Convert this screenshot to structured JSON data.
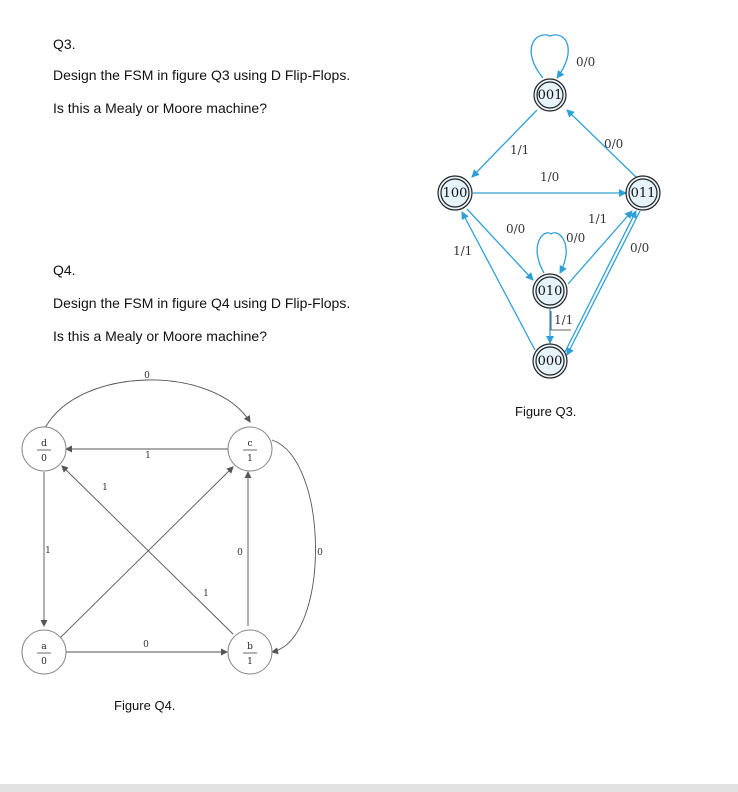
{
  "q3": {
    "title": "Q3.",
    "line1": "Design the FSM in figure Q3 using D Flip-Flops.",
    "line2": "Is this a Mealy or Moore machine?"
  },
  "q4": {
    "title": "Q4.",
    "line1": "Design the FSM in figure Q4 using D Flip-Flops.",
    "line2": "Is this a Mealy or Moore machine?"
  },
  "fig3": {
    "caption": "Figure Q3.",
    "states": {
      "s001": "001",
      "s100": "100",
      "s011": "011",
      "s010": "010",
      "s000": "000"
    },
    "labels": {
      "self001": "0/0",
      "t011_001": "0/0",
      "t001_100": "1/1",
      "t100_011": "1/0",
      "t000_011": "1/1",
      "t010_011": "0/0",
      "self010": "0/0",
      "t100_010": "0/0",
      "t000_100": "1/1",
      "t011_000": "0/0",
      "t010_000": "1/1"
    },
    "colors": {
      "edge": "#2f9fd8",
      "state_fill": "#e6f3fb",
      "state_stroke": "#222222"
    }
  },
  "fig4": {
    "caption": "Figure Q4.",
    "states": {
      "d": {
        "name": "d",
        "out": "0"
      },
      "c": {
        "name": "c",
        "out": "1"
      },
      "a": {
        "name": "a",
        "out": "0"
      },
      "b": {
        "name": "b",
        "out": "1"
      }
    },
    "labels": {
      "d_c": "0",
      "c_d": "1",
      "a_c": "1",
      "d_a": "1",
      "b_c": "0",
      "c_b": "0",
      "b_d": "1",
      "a_b": "0"
    }
  }
}
